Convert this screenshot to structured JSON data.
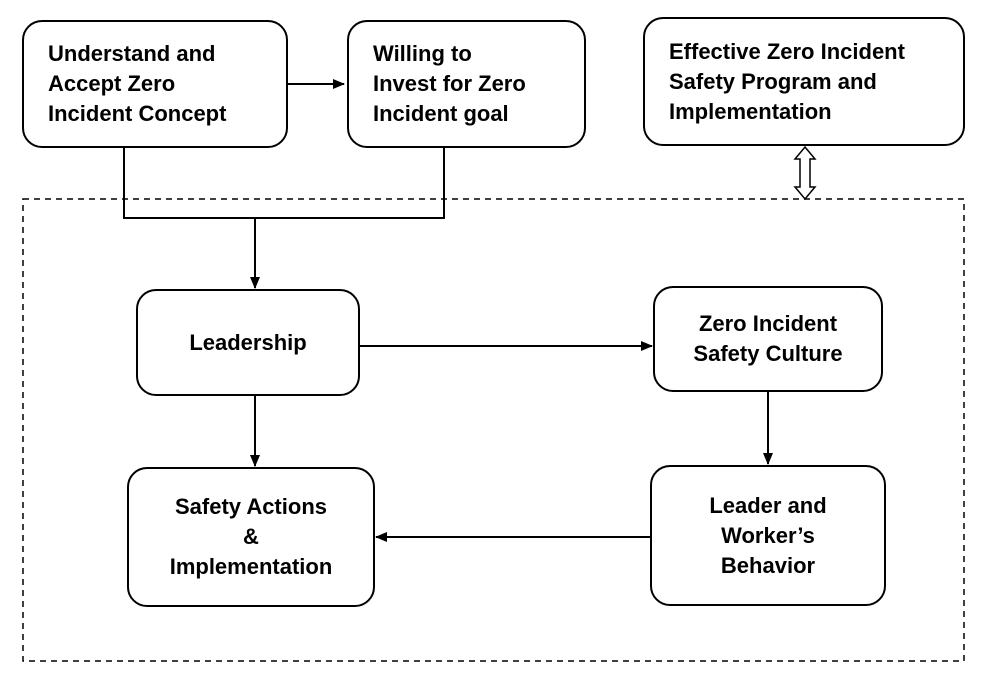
{
  "nodes": {
    "understand_accept": "Understand and\nAccept Zero\nIncident Concept",
    "willing_invest": "Willing to\nInvest for Zero\nIncident goal",
    "effective_program": "Effective Zero Incident\nSafety Program and\nImplementation",
    "leadership": "Leadership",
    "zero_incident_culture": "Zero Incident\nSafety Culture",
    "safety_actions": "Safety Actions\n&\nImplementation",
    "leader_worker_behavior": "Leader and\nWorker’s\nBehavior"
  },
  "colors": {
    "stroke": "#000000",
    "fill": "#ffffff"
  }
}
